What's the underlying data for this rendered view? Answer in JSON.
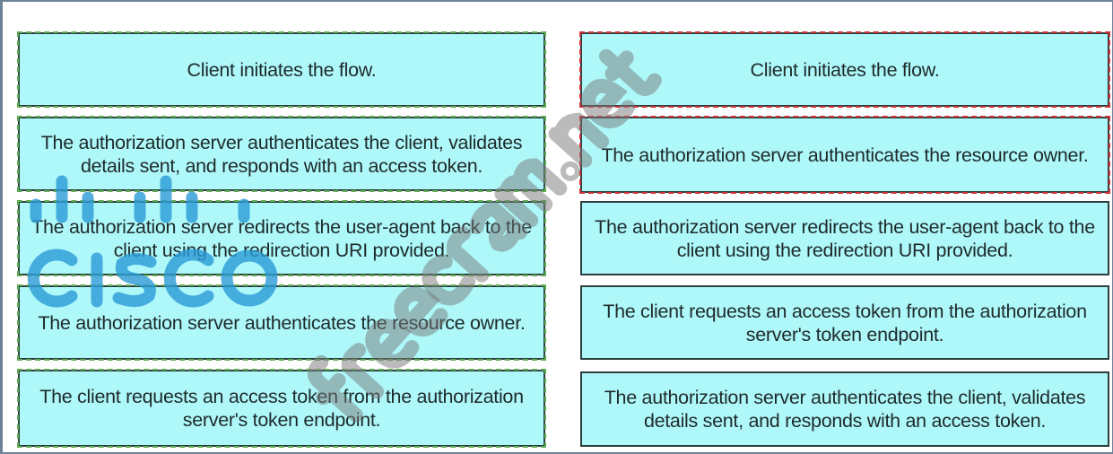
{
  "left_column": [
    "Client initiates the flow.",
    "The authorization server authenticates the client, validates details sent, and responds with an access token.",
    "The authorization server redirects the user-agent back to the client using the redirection URI provided.",
    "The authorization server authenticates the resource owner.",
    "The client requests an access token from the authorization server's token endpoint."
  ],
  "right_column": [
    "Client initiates the flow.",
    "The authorization server authenticates the resource owner.",
    "The authorization server redirects the user-agent back to the client using the redirection URI provided.",
    "The client requests an access token from the authorization server's token endpoint.",
    "The authorization server authenticates the client, validates details sent, and responds with an access token."
  ],
  "watermarks": {
    "logo": "cisco",
    "site": "freecram.net"
  },
  "colors": {
    "box_fill": "#aef8fa",
    "left_outline": "#5fae55",
    "right_outline": "#d0303a",
    "logo": "#2a9bd6"
  }
}
